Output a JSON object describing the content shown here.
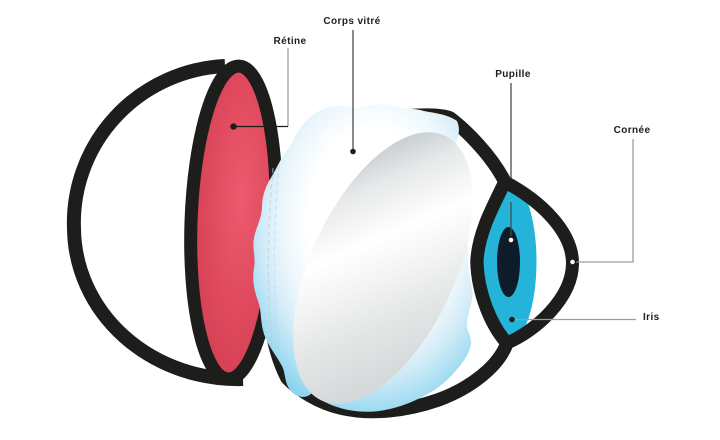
{
  "figure": {
    "labels": {
      "retine": "Rétine",
      "corps_vitre": "Corps vitré",
      "pupille": "Pupille",
      "cornee": "Cornée",
      "iris": "Iris"
    },
    "colors": {
      "outline": "#1d1d1b",
      "background": "#ffffff",
      "retina_red": "#e04a5e",
      "retina_red_edge": "#cb3a4f",
      "iris_cyan": "#24b4da",
      "pupil_navy": "#0d1b2a",
      "vitreous_cyan": "#7ccee9",
      "lens_gray": "#d6d9da",
      "leader_gray": "#9d9d9c",
      "leader_dark": "#4a4a49",
      "marker_fill": "#ffffff"
    }
  }
}
